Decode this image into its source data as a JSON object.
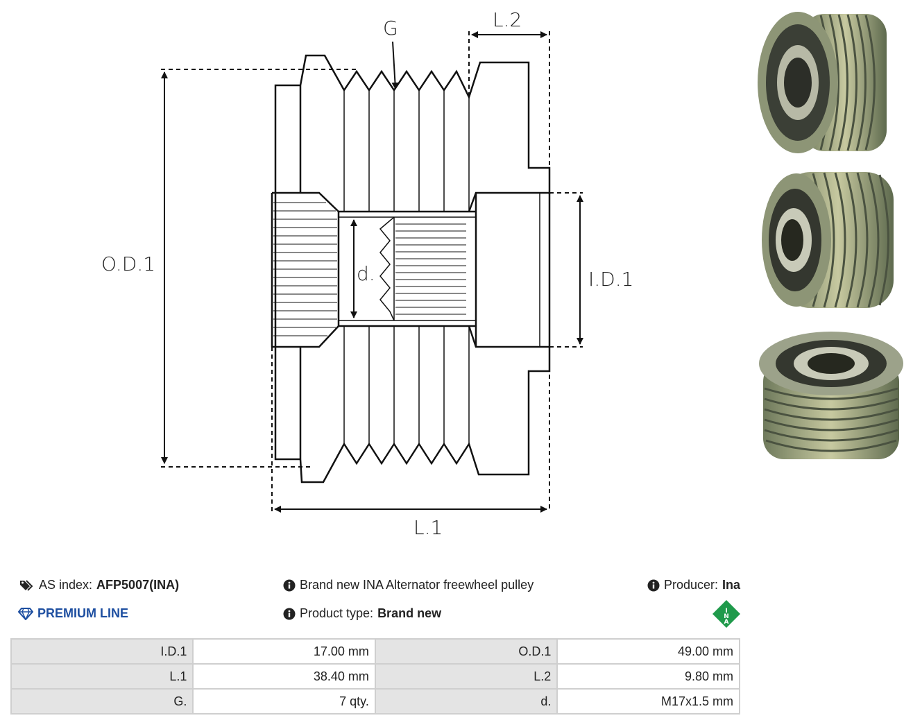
{
  "drawing": {
    "labels": {
      "g": "G",
      "l2": "L.2",
      "od1": "O.D.1",
      "id1": "I.D.1",
      "d": "d.",
      "l1": "L.1"
    }
  },
  "info": {
    "as_index_label": "AS index:",
    "as_index_value": "AFP5007(INA)",
    "description": "Brand new INA Alternator freewheel pulley",
    "producer_label": "Producer:",
    "producer_value": "Ina",
    "premium_line": "PREMIUM LINE",
    "product_type_label": "Product type:",
    "product_type_value": "Brand new",
    "brand_logo_text": "INA"
  },
  "specs": {
    "rows": [
      {
        "k1": "I.D.1",
        "v1": "17.00 mm",
        "k2": "O.D.1",
        "v2": "49.00 mm"
      },
      {
        "k1": "L.1",
        "v1": "38.40 mm",
        "k2": "L.2",
        "v2": "9.80 mm"
      },
      {
        "k1": "G.",
        "v1": "7 qty.",
        "k2": "d.",
        "v2": "M17x1.5 mm"
      }
    ]
  },
  "colors": {
    "premium_blue": "#1d4ea0",
    "ina_green": "#1f9a4b",
    "table_key_bg": "#e4e4e4",
    "table_border": "#cfcfcf"
  }
}
